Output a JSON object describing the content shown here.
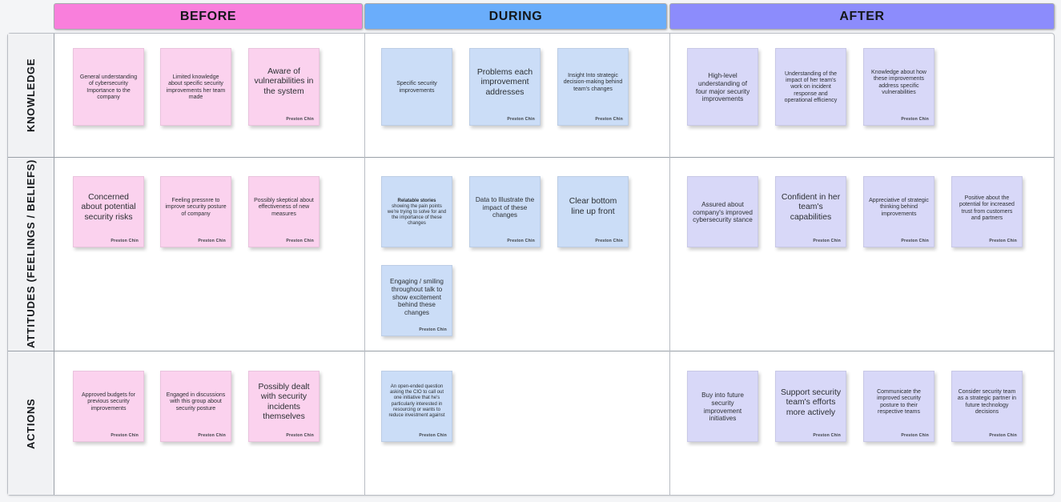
{
  "board": {
    "title": "Before / During / After audience assessment board",
    "author": "Preston Chin",
    "colors": {
      "before_header": "#f97fdc",
      "during_header": "#6aadfb",
      "after_header": "#8c8cfc",
      "pink_note": "#fbd2ee",
      "blue_note": "#cbddf7",
      "purple_note": "#d8d8f8",
      "grid_line": "#9aa0a8",
      "row_label_bg": "#f1f2f4",
      "canvas_bg": "#f4f5f7"
    }
  },
  "columns": [
    {
      "id": "before",
      "label": "BEFORE"
    },
    {
      "id": "during",
      "label": "DURING"
    },
    {
      "id": "after",
      "label": "AFTER"
    }
  ],
  "rows": [
    {
      "id": "knowledge",
      "label": "KNOWLEDGE"
    },
    {
      "id": "attitudes",
      "label": "ATTITUDES (FEELINGS / BELIEFS)"
    },
    {
      "id": "actions",
      "label": "ACTIONS"
    }
  ],
  "notes": {
    "knowledge_before": [
      {
        "text": "General understanding of cybersecurity Importance to the company",
        "author": ""
      },
      {
        "text": "Limited knowledge about specific security improvements her team made",
        "author": ""
      },
      {
        "text": "Aware of vulnerabilities in the system",
        "author": "Preston Chin"
      }
    ],
    "knowledge_during": [
      {
        "text": "Specific security improvements",
        "author": ""
      },
      {
        "text": "Problems each improvement addresses",
        "author": "Preston Chin"
      },
      {
        "text": "Insight Into strategic decision-making behind team's changes",
        "author": "Preston Chin"
      }
    ],
    "knowledge_after": [
      {
        "text": "High-level understanding of four major security improvements",
        "author": ""
      },
      {
        "text": "Understanding of the impact of her team's work on incident response and operational efficiency",
        "author": ""
      },
      {
        "text": "Knowledge about how these improvements address specific vulnerabilities",
        "author": "Preston Chin"
      }
    ],
    "attitudes_before": [
      {
        "text": "Concerned about potential security risks",
        "author": "Preston Chin"
      },
      {
        "text": "Feeling pressnre to improve security posture of company",
        "author": "Preston Chin"
      },
      {
        "text": "Possibly skeptical about effectiveness of new measures",
        "author": "Preston Chin"
      }
    ],
    "attitudes_during": [
      {
        "lead": "Relatable stories",
        "text": "showing the pain points we're trying to solve for and the importance of these changes",
        "author": ""
      },
      {
        "text": "Data to Illustrate the impact of these changes",
        "author": "Preston Chin"
      },
      {
        "text": "Clear bottom line up front",
        "author": "Preston Chin"
      },
      {
        "text": "Engaging / smiling throughout talk to show excitement behind these changes",
        "author": "Preston Chin"
      }
    ],
    "attitudes_after": [
      {
        "text": "Assured about company's improved cybersecurity stance",
        "author": ""
      },
      {
        "text": "Confident in her team's capabilities",
        "author": "Preston Chin"
      },
      {
        "text": "Appreciative of strategic thinking behind improvements",
        "author": "Preston Chin"
      },
      {
        "text": "Positive about the potential for increased trust from customers and partners",
        "author": "Preston Chin"
      }
    ],
    "actions_before": [
      {
        "text": "Approved budgets for previous security improvements",
        "author": "Preston Chin"
      },
      {
        "text": "Engaged in discussions with this group about security posture",
        "author": "Preston Chin"
      },
      {
        "text": "Possibly dealt with security incidents themselves",
        "author": "Preston Chin"
      }
    ],
    "actions_during": [
      {
        "text": "An open-ended question asking the CIO to call out one initiative that he's particularly interested in resourcing or wants to reduce investment against",
        "author": "Preston Chin"
      }
    ],
    "actions_after": [
      {
        "text": "Buy into future security improvement initiatives",
        "author": ""
      },
      {
        "text": "Support security team's efforts more actively",
        "author": "Preston Chin"
      },
      {
        "text": "Communicate the improved security posture to their respective teams",
        "author": "Preston Chin"
      },
      {
        "text": "Consider security team as a strategic partner in future technology decisions",
        "author": "Preston Chin"
      }
    ]
  }
}
